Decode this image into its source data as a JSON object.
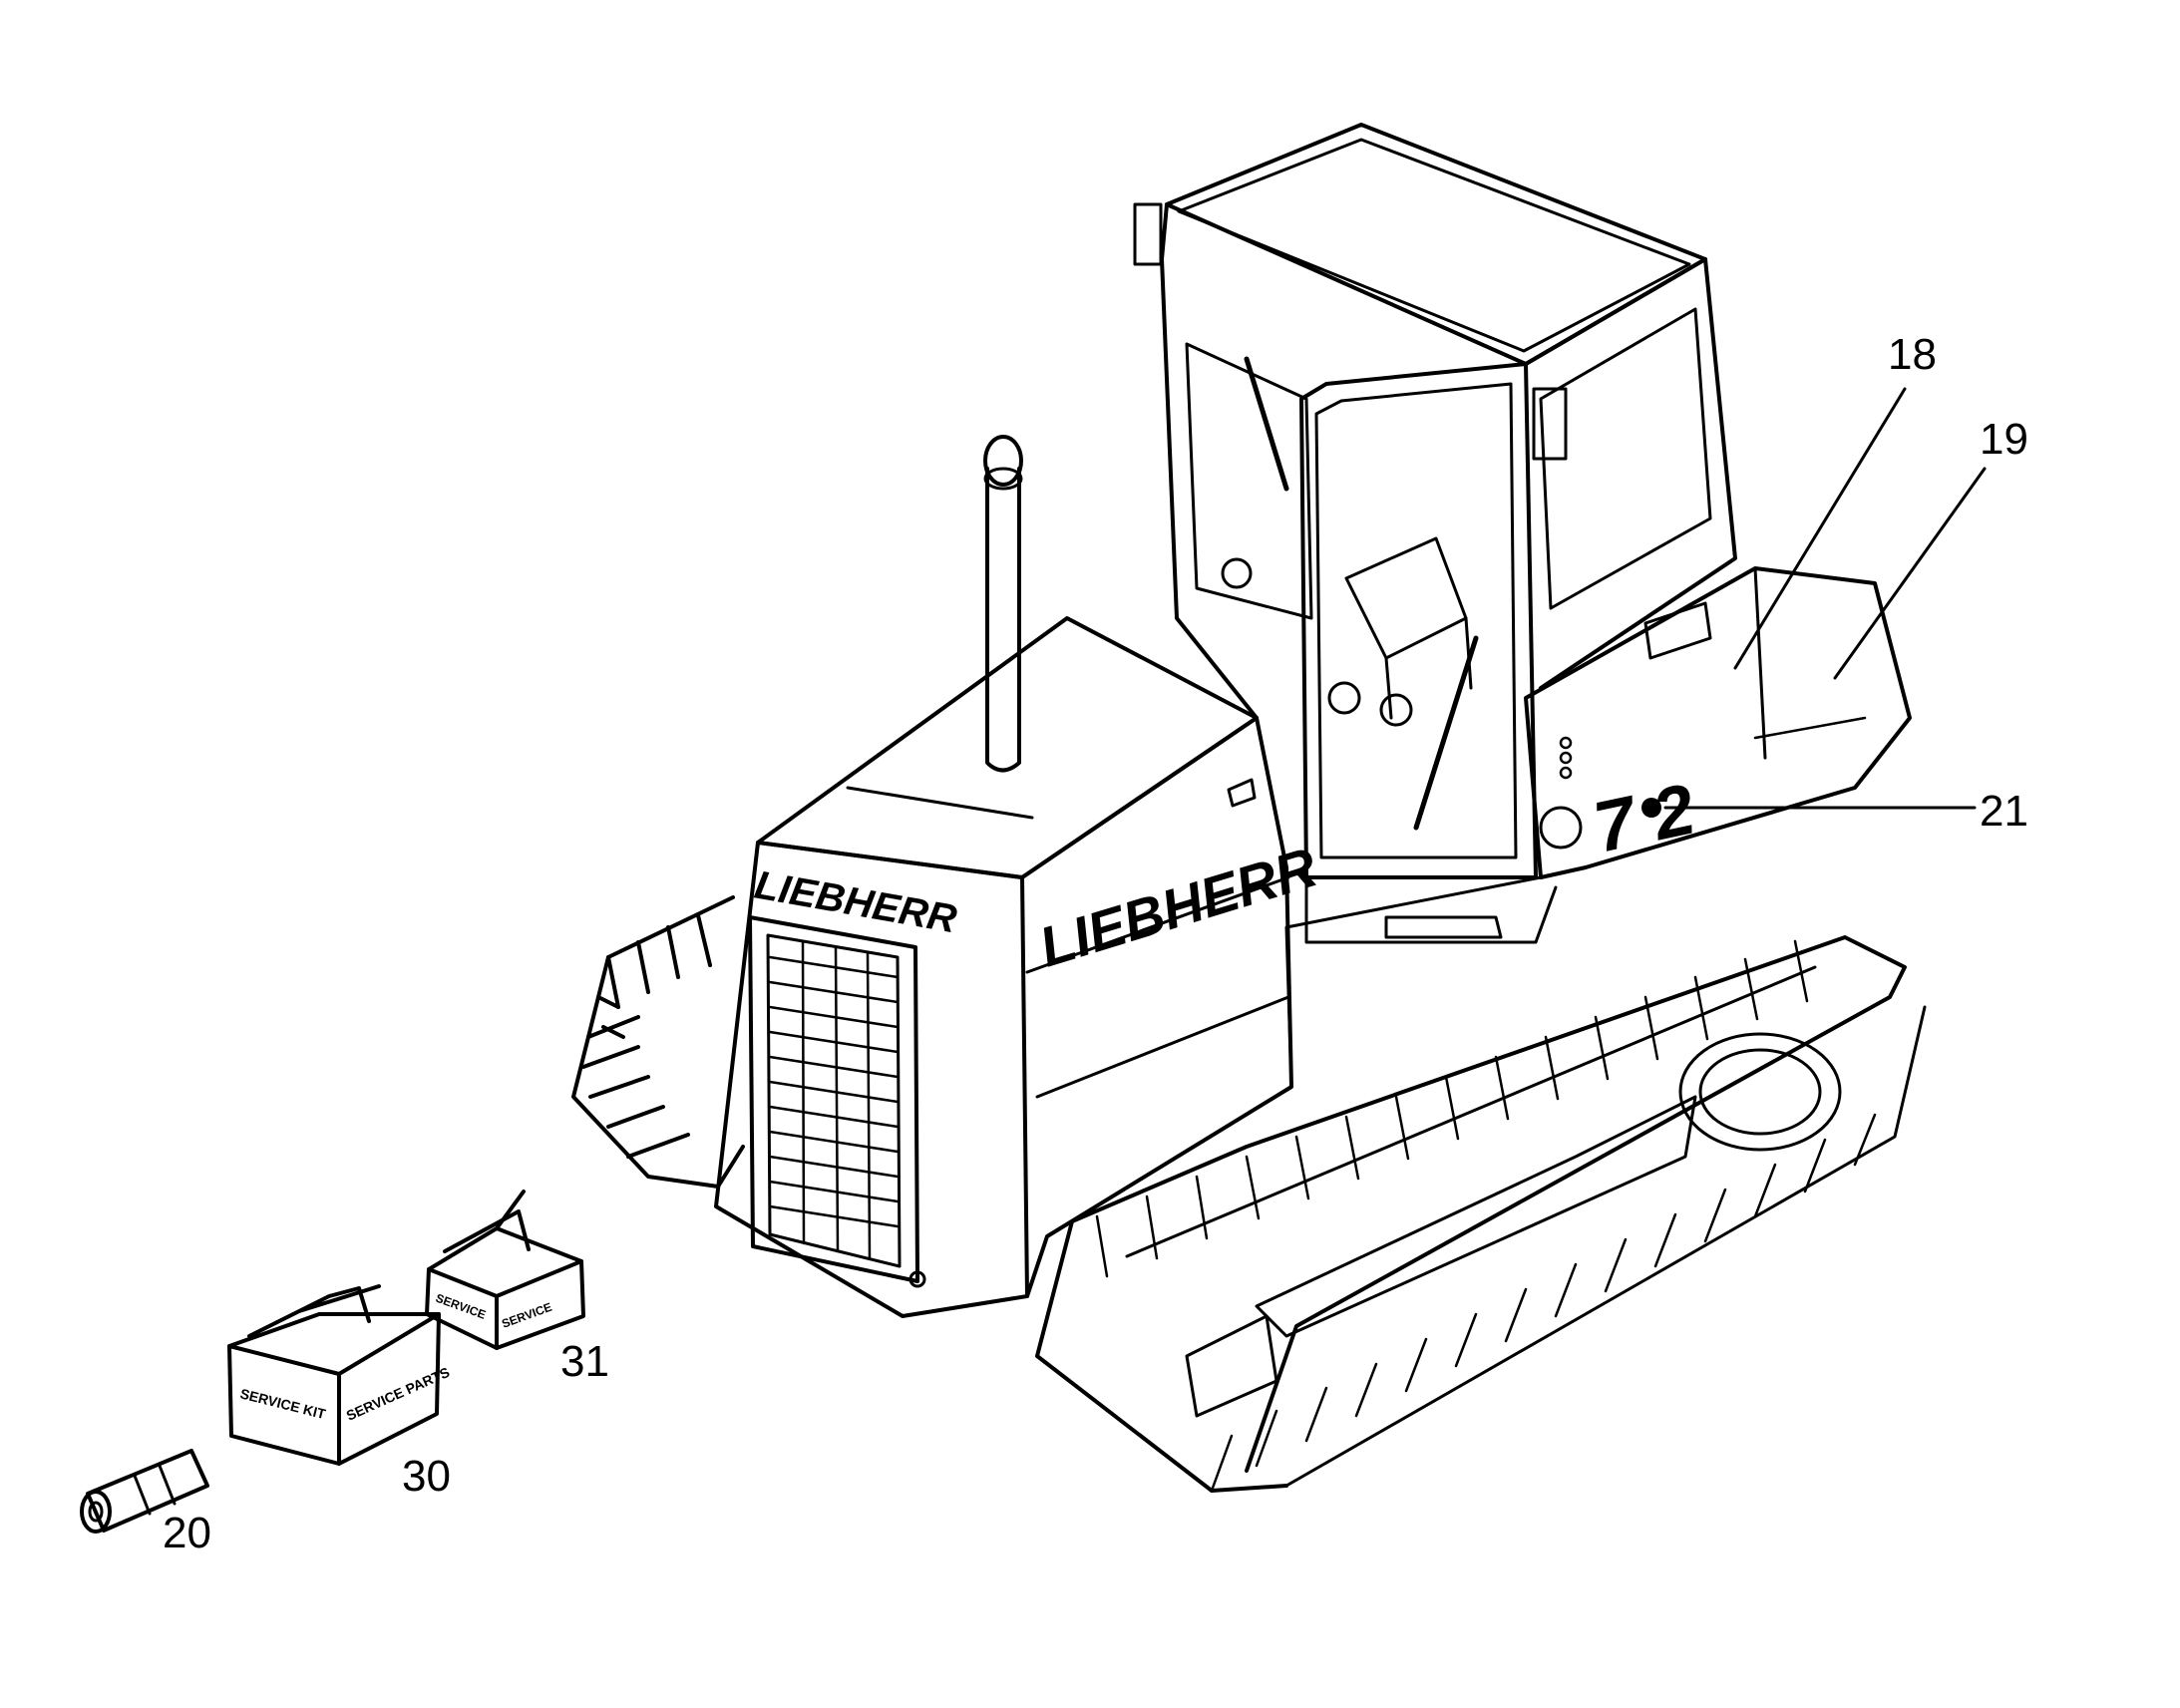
{
  "illustration": {
    "brand_label_front": "LIEBHERR",
    "brand_label_side": "LIEBHERR",
    "model_badge": "7 2",
    "box_30_front": "SERVICE KIT",
    "box_30_side": "SERVICE PARTS",
    "box_31_front": "SERVICE",
    "box_31_side": "SERVICE"
  },
  "callouts": [
    {
      "id": "18",
      "label": "18"
    },
    {
      "id": "19",
      "label": "19"
    },
    {
      "id": "21",
      "label": "21"
    },
    {
      "id": "31",
      "label": "31"
    },
    {
      "id": "30",
      "label": "30"
    },
    {
      "id": "20",
      "label": "20"
    }
  ],
  "colors": {
    "line": "#000000",
    "background": "#ffffff"
  }
}
